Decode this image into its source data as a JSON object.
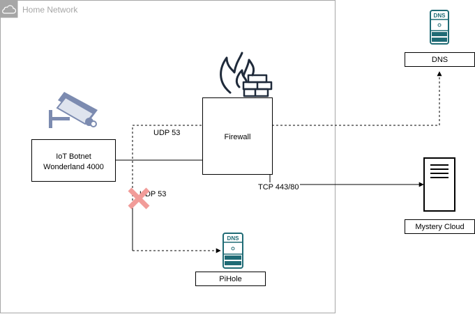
{
  "group": {
    "title": "Home Network",
    "icon": "cloud-icon"
  },
  "nodes": {
    "iot": {
      "line1": "IoT Botnet",
      "line2": "Wonderland 4000",
      "icon": "security-camera-icon"
    },
    "firewall": {
      "label": "Firewall",
      "icon": "firewall-icon"
    },
    "dns": {
      "label": "DNS",
      "icon": "dns-server-icon",
      "badge": "DNS"
    },
    "mystery_cloud": {
      "label": "Mystery Cloud",
      "icon": "server-tower-icon"
    },
    "pihole": {
      "label": "PiHole",
      "icon": "dns-server-icon",
      "badge": "DNS"
    }
  },
  "edges": {
    "udp_firewall": {
      "label": "UDP 53",
      "style": "dashed"
    },
    "udp_pihole": {
      "label": "UDP 53",
      "style": "dashed",
      "blocked_icon": "red-x-icon"
    },
    "tcp_cloud": {
      "label": "TCP 443/80",
      "style": "solid"
    },
    "dns_link": {
      "style": "dashed"
    }
  },
  "colors": {
    "blocked": "#f19c99",
    "icon_teal": "#1f6b75",
    "camera": "#7c8bb0",
    "group_border": "#a6a6a6"
  }
}
